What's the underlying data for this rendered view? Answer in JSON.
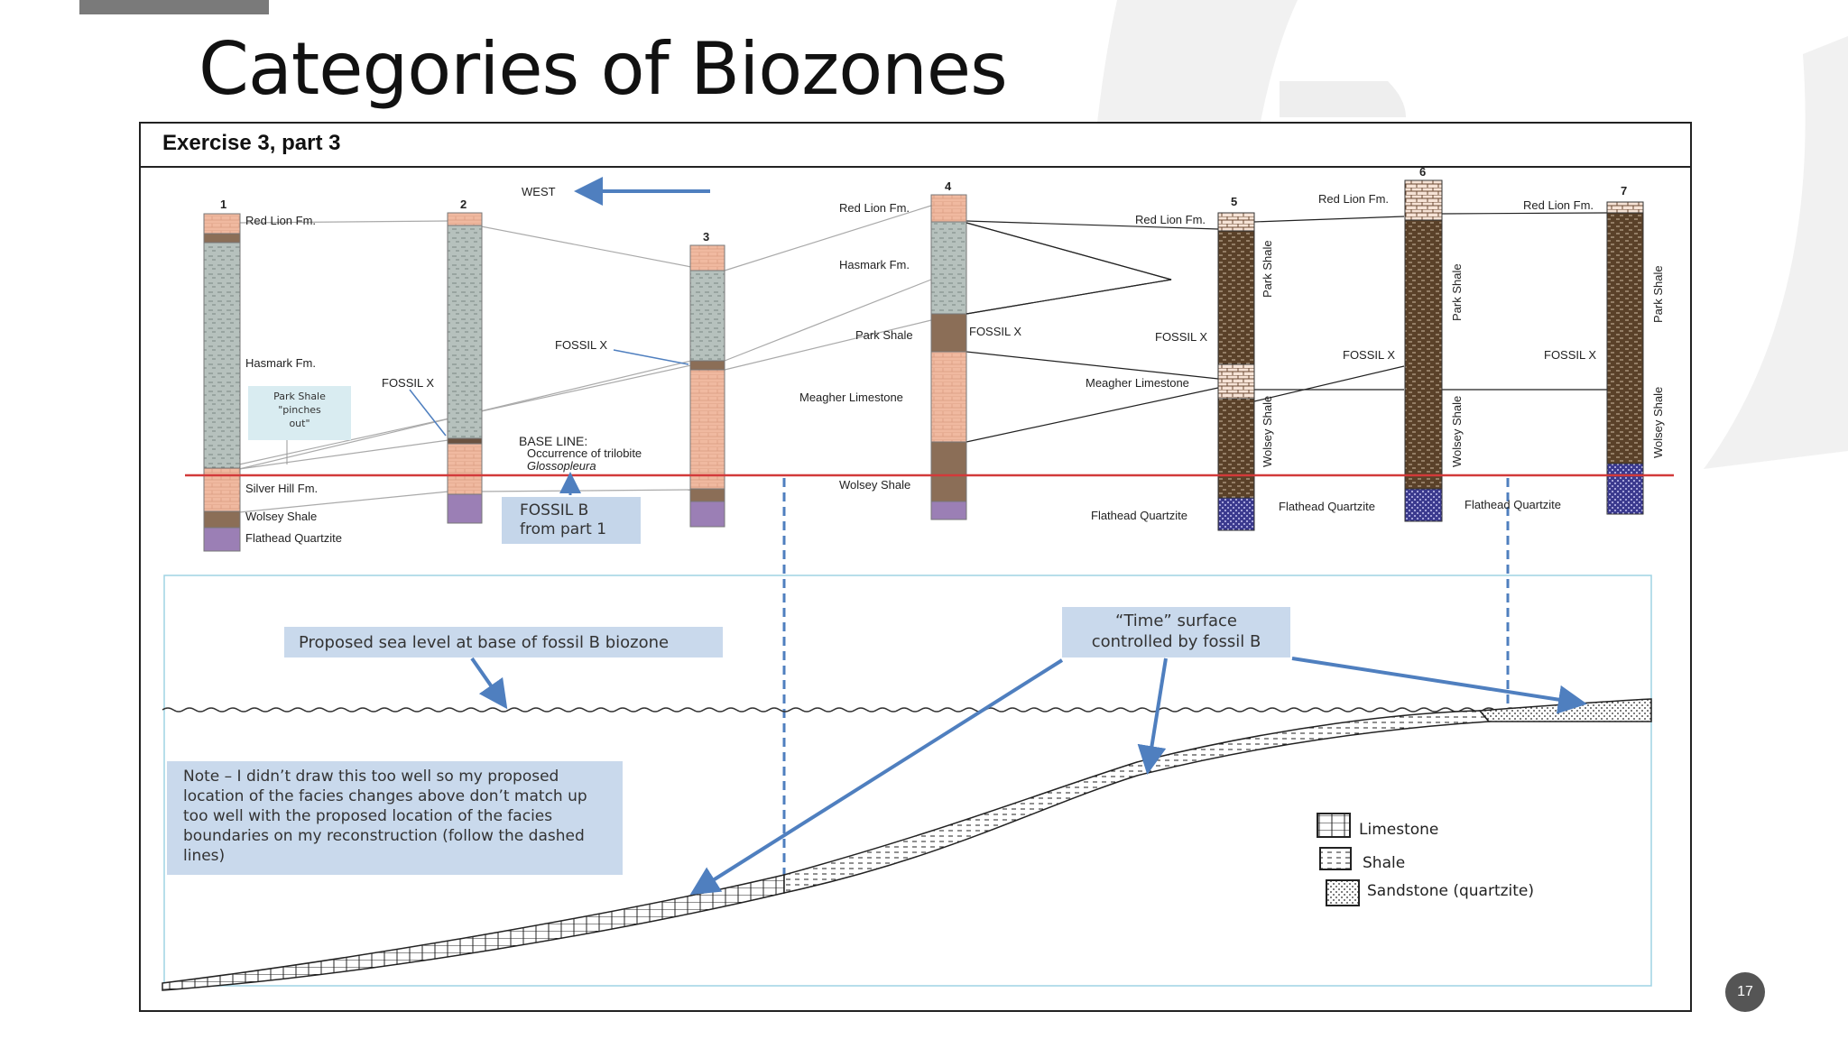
{
  "slide": {
    "title": "Categories of Biozones",
    "page_number": "17"
  },
  "exercise": {
    "title": "Exercise 3, part 3"
  },
  "direction": {
    "label": "WEST"
  },
  "columns": [
    {
      "number": "1"
    },
    {
      "number": "2"
    },
    {
      "number": "3"
    },
    {
      "number": "4"
    },
    {
      "number": "5"
    },
    {
      "number": "6"
    },
    {
      "number": "7"
    }
  ],
  "labels": {
    "col1": [
      "Red Lion Fm.",
      "Hasmark Fm.",
      "Silver Hill Fm.",
      "Wolsey Shale",
      "Flathead Quartzite"
    ],
    "col2_fossil": "FOSSIL X",
    "col3_fossil": "FOSSIL X",
    "col4": [
      "Red Lion Fm.",
      "Hasmark Fm.",
      "Park Shale",
      "Meagher Limestone",
      "Wolsey Shale"
    ],
    "col4_fossil": "FOSSIL X",
    "col5": [
      "Red Lion Fm.",
      "FOSSIL X",
      "Meagher Limestone",
      "Flathead Quartzite"
    ],
    "col6": [
      "Red Lion Fm.",
      "FOSSIL X",
      "Flathead Quartzite"
    ],
    "col7": [
      "Red Lion Fm.",
      "FOSSIL X",
      "Flathead Quartzite"
    ],
    "vertical": {
      "park_shale": "Park Shale",
      "wolsey_shale": "Wolsey Shale"
    },
    "base_line_1": "BASE LINE:",
    "base_line_2": "Occurrence of trilobite",
    "base_line_3": "Glossopleura",
    "pinch_1": "Park Shale",
    "pinch_2": "\"pinches",
    "pinch_3": "out\""
  },
  "callouts": {
    "fossil_b_1": "FOSSIL B",
    "fossil_b_2": "from part 1",
    "sea_level": "Proposed sea level at base of fossil B biozone",
    "time_1": "“Time” surface",
    "time_2": "controlled by fossil B",
    "note": "Note – I didn’t draw this too well so my proposed location of the facies changes above don’t match up too well with the proposed location of the facies boundaries on my reconstruction (follow the dashed lines)"
  },
  "legend": [
    {
      "label": "Limestone",
      "icon": "limestone-icon"
    },
    {
      "label": "Shale",
      "icon": "shale-icon"
    },
    {
      "label": "Sandstone (quartzite)",
      "icon": "sandstone-icon"
    }
  ],
  "colors": {
    "accent_blue": "#4f7fbf",
    "callout_fill": "#c9d9ec",
    "base_line": "#d23a3a",
    "pink_limestone": "#f0b9a0",
    "gray_shale": "#b6c1bd",
    "brown_shale": "#8b6e57",
    "dark_brown": "#5a4129",
    "purple_quartzite": "#9b7fb5"
  }
}
